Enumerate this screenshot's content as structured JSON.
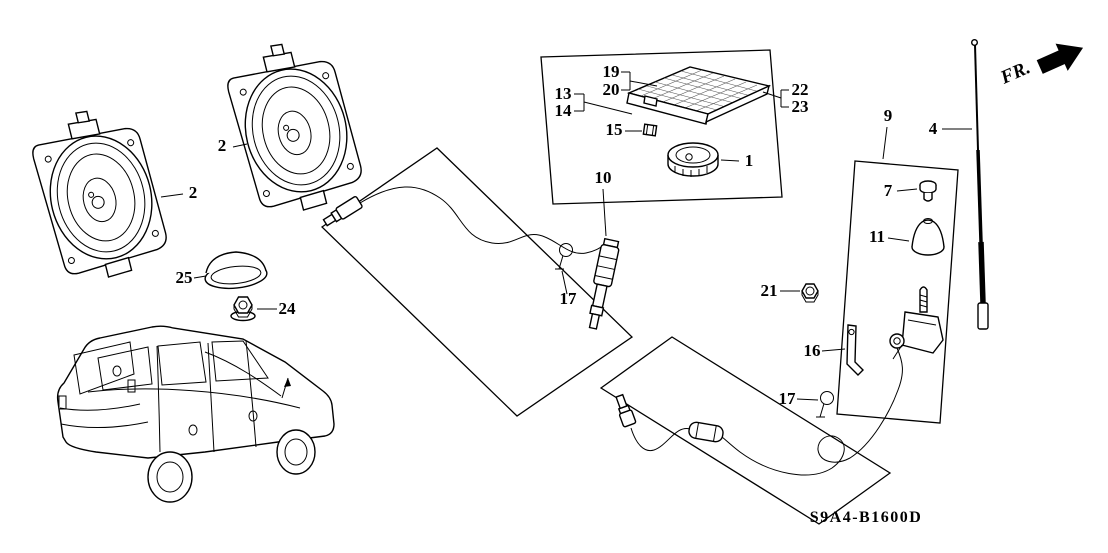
{
  "diagram": {
    "drawing_code": "S9A4-B1600D",
    "direction_indicator": "FR.",
    "labels": {
      "speaker_upper": "2",
      "speaker_lower": "2",
      "garnish_19": "19",
      "garnish_20": "20",
      "group_13": "13",
      "group_14": "14",
      "clip_15": "15",
      "garnish_22": "22",
      "garnish_23": "23",
      "antenna_base_1": "1",
      "sub_cord_10": "10",
      "clamp_17_upper": "17",
      "assembly_9": "9",
      "mast_4": "4",
      "screw_7": "7",
      "grommet_11": "11",
      "nut_21": "21",
      "bracket_16": "16",
      "clamp_17_lower": "17",
      "cover_25": "25",
      "nut_24": "24"
    }
  }
}
